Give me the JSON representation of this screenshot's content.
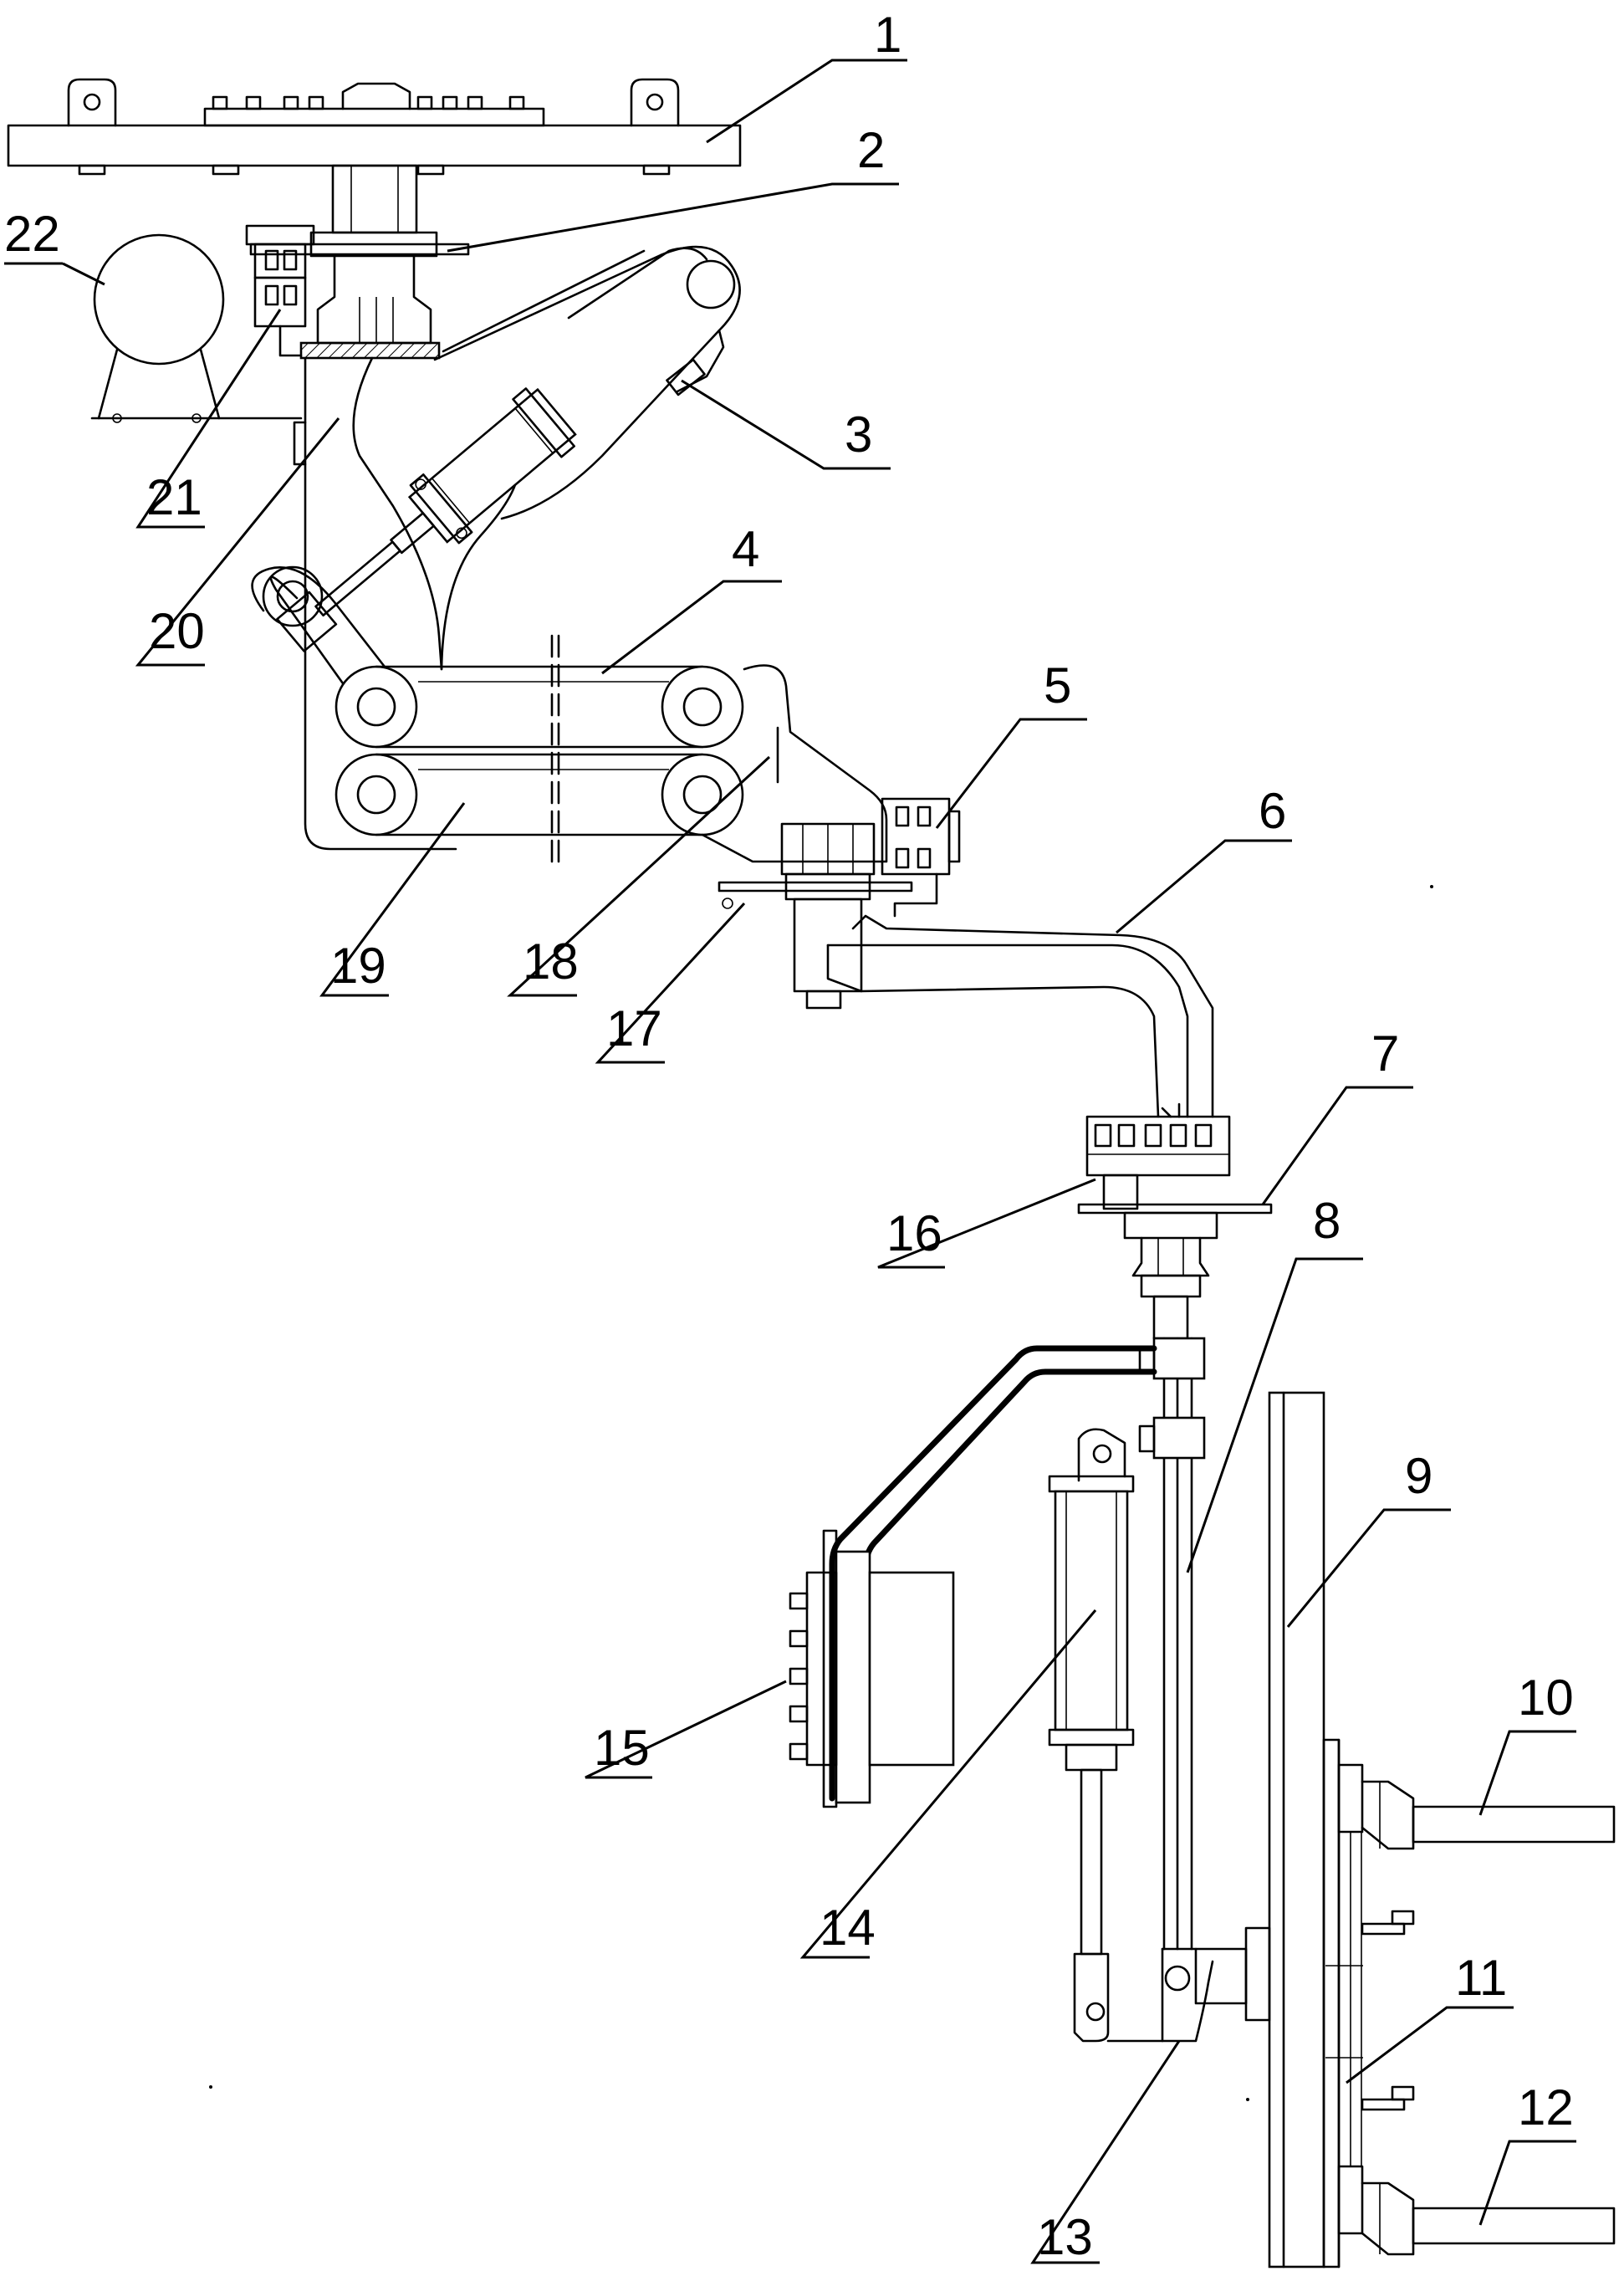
{
  "figure": {
    "type": "patent line drawing",
    "reference_numerals": {
      "n1": "1",
      "n2": "2",
      "n3": "3",
      "n4": "4",
      "n5": "5",
      "n6": "6",
      "n7": "7",
      "n8": "8",
      "n9": "9",
      "n10": "10",
      "n11": "11",
      "n12": "12",
      "n13": "13",
      "n14": "14",
      "n15": "15",
      "n16": "16",
      "n17": "17",
      "n18": "18",
      "n19": "19",
      "n20": "20",
      "n21": "21",
      "n22": "22"
    }
  }
}
